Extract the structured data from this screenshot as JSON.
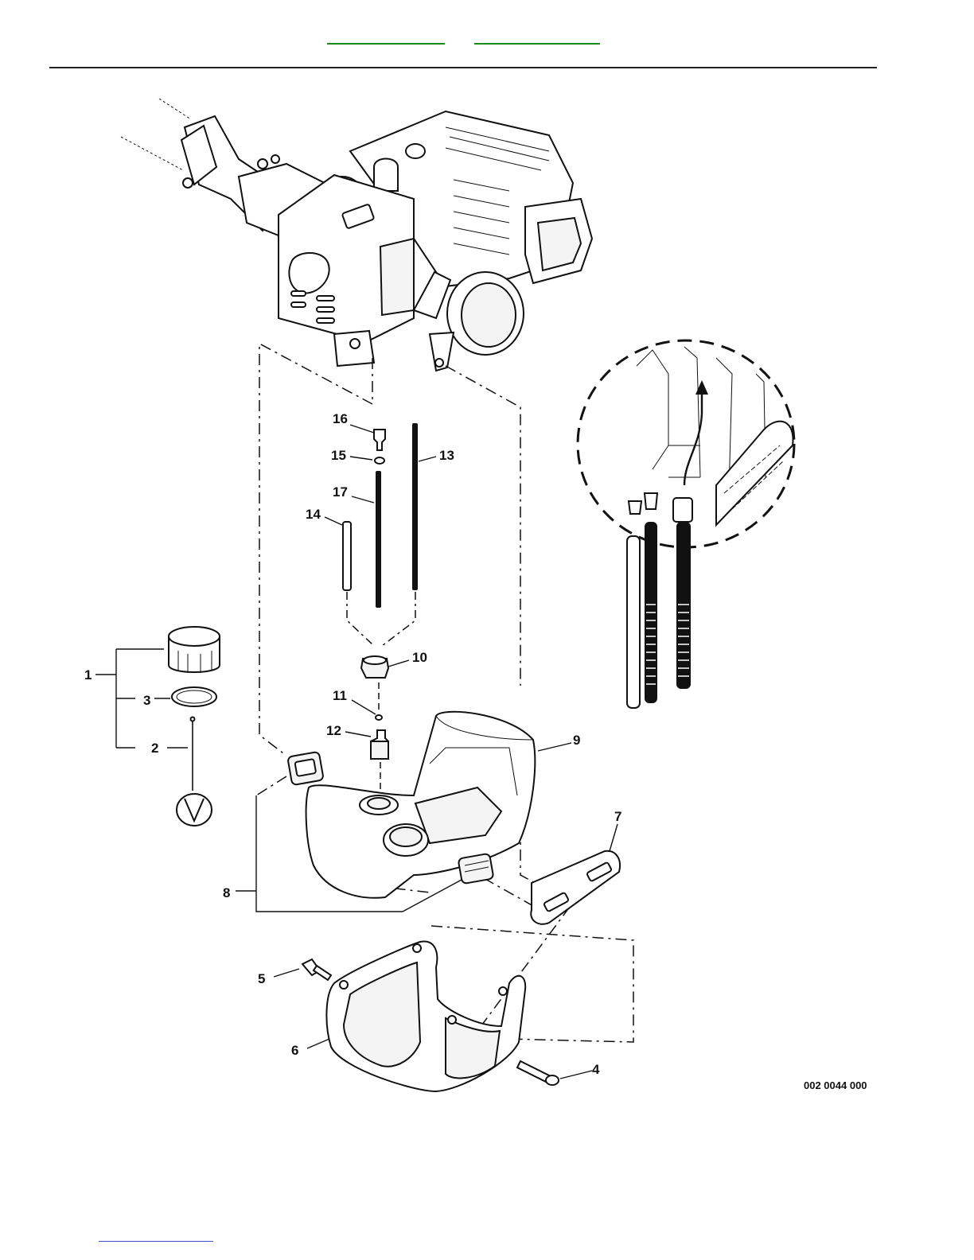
{
  "nav": {
    "link_prev": "",
    "link_next": "",
    "footer_link": ""
  },
  "diagram": {
    "drawing_code": "002 0044 000",
    "callouts": [
      "1",
      "2",
      "3",
      "4",
      "5",
      "6",
      "7",
      "8",
      "9",
      "10",
      "11",
      "12",
      "13",
      "14",
      "15",
      "16",
      "17"
    ]
  }
}
